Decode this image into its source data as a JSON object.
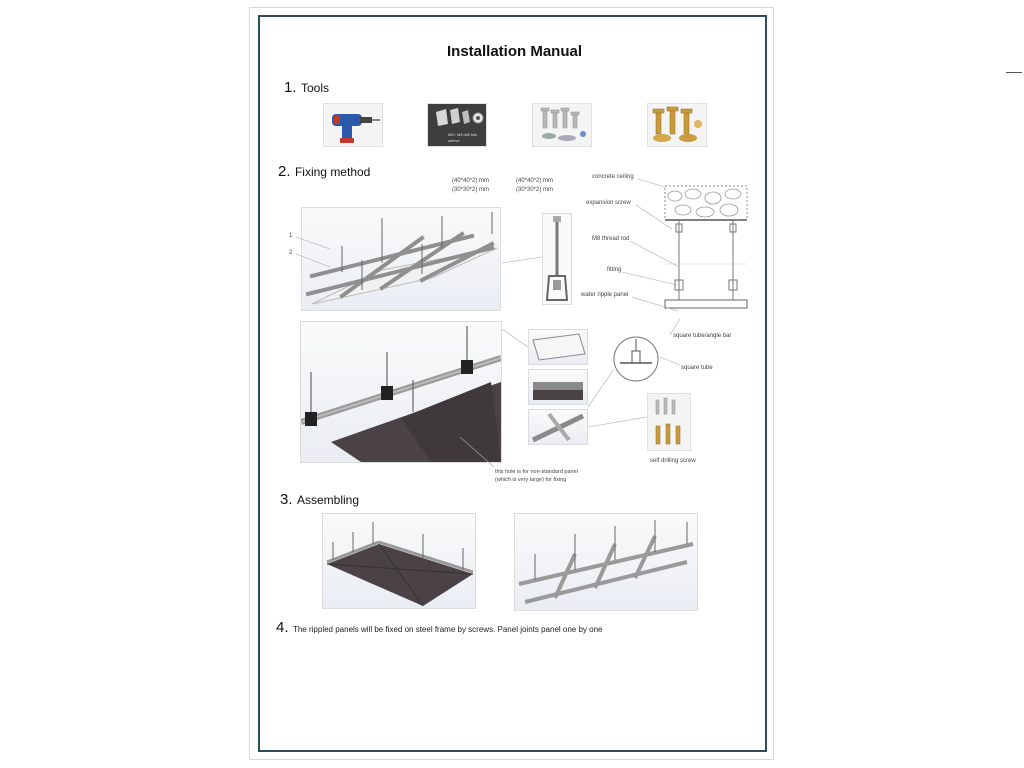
{
  "title": "Installation Manual",
  "sections": {
    "tools": {
      "num": "1.",
      "label": "Tools"
    },
    "fixing": {
      "num": "2.",
      "label": "Fixing method"
    },
    "assembling": {
      "num": "3.",
      "label": "Assembling"
    },
    "step4": {
      "num": "4.",
      "text": "The rippled panels will be fixed on steel frame by screws. Panel joints panel one by one"
    }
  },
  "tool_icons": [
    "drill-icon",
    "drill-bits-icon",
    "screws-icon",
    "bolts-icon"
  ],
  "drill_bits_caption": {
    "line1": "M6 / M8 drill bits",
    "line2": "sleeve"
  },
  "fixing_labels": {
    "rod_size_left_1": "(40*40*2) mm",
    "rod_size_left_2": "(30*30*2) mm",
    "rod_size_right_1": "(40*40*2) mm",
    "rod_size_right_2": "(30*30*2) mm",
    "marker_1": "1",
    "marker_2": "2",
    "concrete_ceiling": "concrete ceiling",
    "expansion_screw": "expansion screw",
    "m8_thread_rod": "M8 thread rod",
    "fitting": "fitting",
    "water_ripple_panel": "water ripple panel",
    "square_tube_angle_bar": "square tube/angle bar",
    "square_tube": "square tube",
    "self_drilling_screw": "self drilling screw",
    "hole_note_1": "this hole is for non-standard panel",
    "hole_note_2": "(which is very large) for fixing"
  },
  "colors": {
    "frame_border": "#2f4b5e",
    "panel_dark": "#4a4244",
    "steel": "#9a9a9a",
    "drill_blue": "#2d5aa8"
  }
}
